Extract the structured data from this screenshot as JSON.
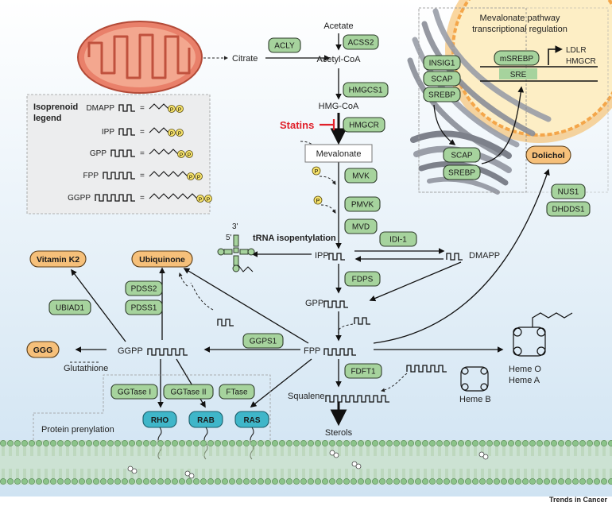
{
  "metabolites": {
    "acetate": "Acetate",
    "citrate": "Citrate",
    "acetyl_coa": "Acetyl-CoA",
    "hmg_coa": "HMG-CoA",
    "mevalonate": "Mevalonate",
    "ipp": "IPP",
    "dmapp": "DMAPP",
    "gpp": "GPP",
    "fpp": "FPP",
    "ggpp": "GGPP",
    "squalene": "Squalene",
    "sterols": "Sterols",
    "glutathione": "Glutathione",
    "heme_b": "Heme B",
    "heme_o": "Heme O",
    "heme_a": "Heme A"
  },
  "enzymes": {
    "acly": "ACLY",
    "acss2": "ACSS2",
    "hmgcs1": "HMGCS1",
    "hmgcr": "HMGCR",
    "mvk": "MVK",
    "pmvk": "PMVK",
    "mvd": "MVD",
    "idi1": "IDI-1",
    "fdps": "FDPS",
    "ggps1": "GGPS1",
    "fdft1": "FDFT1",
    "pdss2": "PDSS2",
    "pdss1": "PDSS1",
    "ubiad1": "UBIAD1",
    "ggtase1": "GGTase I",
    "ggtase2": "GGTase II",
    "ftase": "FTase",
    "nus1": "NUS1",
    "dhdds1": "DHDDS1"
  },
  "products": {
    "vitamin_k2": "Vitamin K2",
    "ubiquinone": "Ubiquinone",
    "ggg": "GGG",
    "dolichol": "Dolichol"
  },
  "gtpases": {
    "rho": "RHO",
    "rab": "RAB",
    "ras": "RAS"
  },
  "labels": {
    "statins": "Statins",
    "trna": "tRNA isopentylation",
    "protein_prenylation": "Protein prenylation",
    "trna_5": "5'",
    "trna_3": "3'",
    "phosphate": "P"
  },
  "legend": {
    "title_line1": "Isoprenoid",
    "title_line2": "legend",
    "items": [
      "DMAPP",
      "IPP",
      "GPP",
      "FPP",
      "GGPP"
    ]
  },
  "regulation": {
    "title_line1": "Mevalonate pathway",
    "title_line2": "transcriptional regulation",
    "er_proteins": [
      "INSIG1",
      "SCAP",
      "SREBP"
    ],
    "golgi_proteins": [
      "SCAP",
      "SREBP"
    ],
    "msrebp": "mSREBP",
    "sre": "SRE",
    "targets": [
      "LDLR",
      "HMGCR"
    ]
  },
  "footer": "Trends in Cancer",
  "colors": {
    "enzyme_green": "#a6d39d",
    "product_orange": "#f6c07a",
    "gtpase_blue": "#3fb6c9",
    "statin_red": "#e0202a",
    "mitochondria": "#e9806a",
    "nucleus": "#fce9b8",
    "background_top": "#ffffff",
    "background_bottom": "#cfe3f2"
  }
}
